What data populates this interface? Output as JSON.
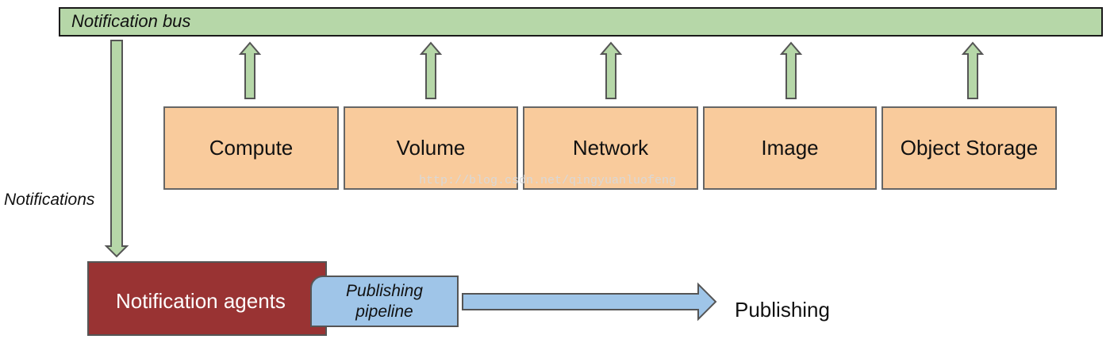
{
  "bus": {
    "label": "Notification bus"
  },
  "services": [
    {
      "label": "Compute"
    },
    {
      "label": "Volume"
    },
    {
      "label": "Network"
    },
    {
      "label": "Image"
    },
    {
      "label": "Object Storage"
    }
  ],
  "notifications_label": "Notifications",
  "agents": {
    "label": "Notification agents"
  },
  "pipeline": {
    "line1": "Publishing",
    "line2": "pipeline"
  },
  "publishing_label": "Publishing",
  "watermark": "http://blog.csdn.net/qingyuanluofeng",
  "colors": {
    "bus": "#b6d7a8",
    "service": "#f9cb9c",
    "agents": "#993333",
    "pipeline": "#9fc5e8",
    "arrow_green": "#b6d7a8",
    "arrow_blue": "#9fc5e8"
  }
}
